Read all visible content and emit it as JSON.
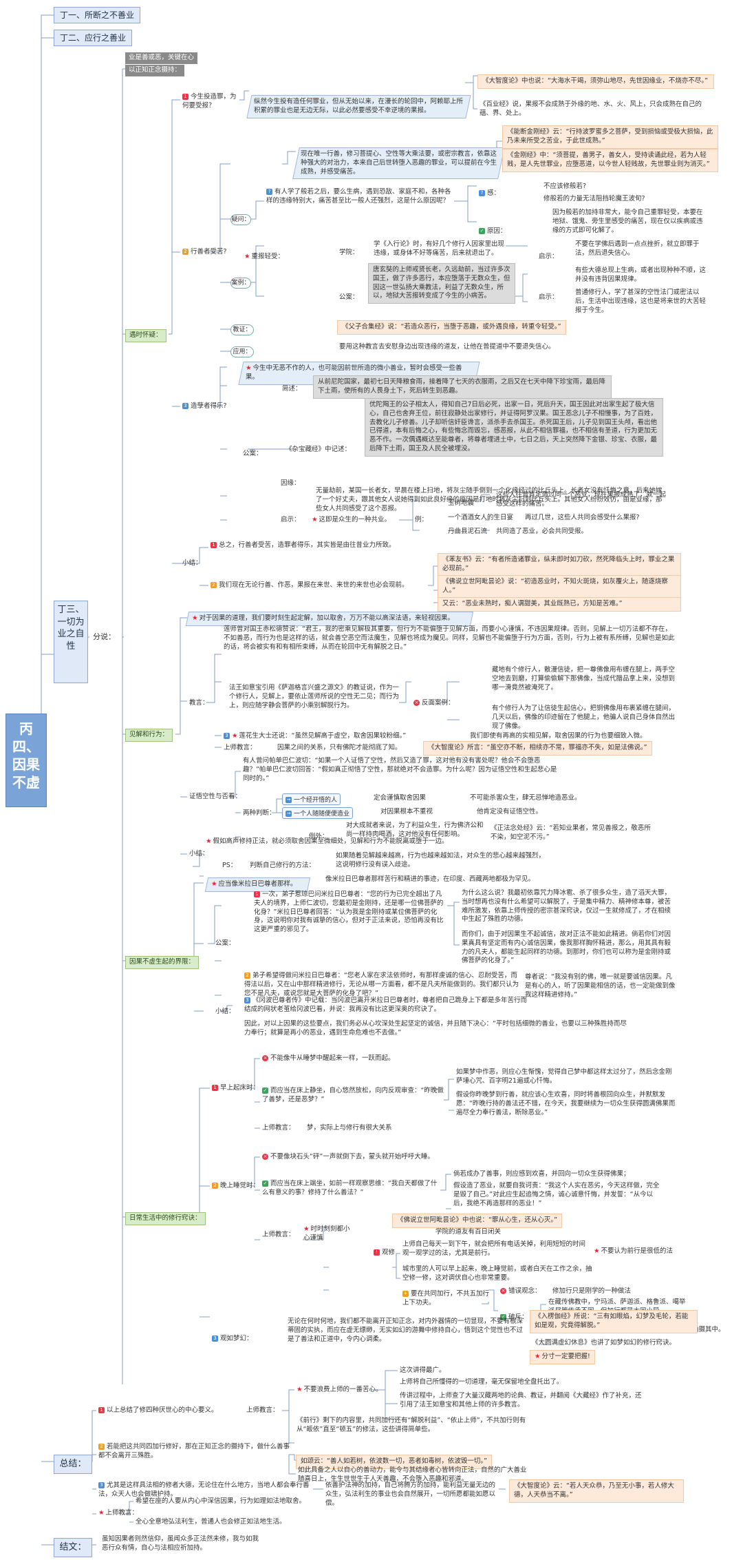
{
  "top": {
    "a": "丁一、所断之不善业",
    "b": "丁二、应行之善业"
  },
  "root": "丙四、因果不虚",
  "sec3": "丁三、一切为业之自性",
  "sum": "总结：",
  "end": "结文：",
  "fenshuo": "分说：",
  "hdr1": "业是善或恶，关键在心",
  "hdr2": "以正知正念摄持：",
  "suishi": "遇时怀疑：",
  "q1": "今生投造罪，为何要受报？",
  "q1text": "纵然今生投有造任何罪业，但从无始以来，在漫长的轮回中，阿赖耶上所积累的罪业也是无边无际，以此必然要感受不幸逆境的果报。",
  "q1r1": "《大智度论》中也说：“大海水干竭，须弥山地尽，先世因缘业，不烧亦不尽。”",
  "q1r2": "《百业经》说，果报不会成熟于外缘的地、水、火、风上，只会成熟在自己的蕴、界、处上。",
  "xs": "行善者受苦?",
  "zbqz": "重报轻受：",
  "zb1": "现在唯一行善，修习菩提心、空性等大乘法要，或密宗教言，依靠这种强大的对治力，本来自己后世转堕入恶趣的罪业，可以提前在今生成熟，并感受痛苦。",
  "zb1r1": "《能断金刚经》云：“行持波罗蜜多之菩萨，受到损恼或受极大损恼，此乃未来所受之苦业，于此世成熟。”",
  "zb1r2": "《金刚经》中：“须菩提，善男子，善女人，受持读诵此经，若为人轻贱，是人先世罪业，应堕恶道，以今世人轻贱故，先世罪业则为消灭。”",
  "yiwen": "疑问：",
  "yw1": "有人学了般若之后，要么生病，遇到恐敌、家庭不和，各种各样的违缘特别大，痛苦甚至比一般人还强烈，这是什么原因呢？",
  "gan": "感：",
  "gan1": "不应该修般若?",
  "gan2": "修般若的力量无法阻挡轮魔王波旬?",
  "yuanyin": "原因：",
  "yy1": "因为般若的加持非常大，能令自己重罪轻受，本要在地狱、饿鬼、旁生里感受的痛苦，现在仅以疾病或违缘的方式即可化解了。",
  "anli": "案例：",
  "xueyuan": "学院：",
  "xy1": "学《入行论》时，有好几个修行人因家里出现违缘，或身体不好等痛苦，后来就退出了。",
  "qishi": "启示：",
  "qs1": "不要在学佛后遇到一点点挫折，就立即罪于法，然后退失信心。",
  "gongan": "公案：",
  "ga1": "唐玄奘的上师戒贤长老，久远劫前，当过许多次国王，做了许多恶行，本应堕落于无数众生，但因这一世弘扬大乘教法，利益了无数众生，所以，地狱大苦报转变成了今生的小病苦。",
  "qs2": "有些大德总现上生病，或者出现种种不顺，这并没有违背因果规律。",
  "qs3": "普通修行人，学了甚深的空性法门或密法以后，生活中出现违缘，这也是将来世的大苦轻报于今生。",
  "jiaozheng": "教证：",
  "jz1": "《父子合集经》说：“若造众恶行，当堕于恶趣，或外遇良缘，转重令轻受。”",
  "yingyong": "应用：",
  "yy2": "要用这种教言去安慰身边出现违缘的道友，让他在普提道中不要退失信心。",
  "zemin": "造孽者得乐?",
  "zm0": "今生中无恶不作的人，也可能因前世所造的微小善业，暂时会感受一些善果。",
  "jianshu": "简述：",
  "js1": "从前尼陀国家，最初七日天降粮食雨，接着降了七天的衣服雨，之后又在七天中降下珍宝雨，最后降下土雨，使所有的人畏身土下，死后转生到恶趣。",
  "ga2": "优陀羯王的公子相太人，得知自己7日后必死，出家一日，死后升天，国王因此对出家生起了极大信心，自己也舍弃王位，前往寂静处出家修行，并证得阿罗汉果。国王恶念儿子不相慢事，为了百姓，去教化儿子修善。儿子却听信奸臣谗言，派杀手去杀国王。杀死国王后，儿子见到国王头颅，看出他已得道，本有后悔之心，有些悔念而毁忘，感恶报，从此不相信罪福，也不相信有圣道，行为更加无恶不作。一次偶遇概达至能尊者，将尊者埋进土中，七日之后，天上突然降下金银、珍宝、衣服，最后降下土雨，国王及人民全被埋没。",
  "zaxbj": "《杂宝藏经》中记述：",
  "yinyuan": "因缘：",
  "yn1": "无量劫前，某国一长者女，早晨在楼上扫地，将灰尘随手倒到一个化缘经过的比丘头上。长者女没有忏悔之意，后来她嫁了一个好丈夫，跟其他女人说她得到如此良好缘的原因是打地时将灰尘扫到比丘头上。其他女人纷纷效仿，由是业缘，那些女人共同感受了这个恶报。",
  "qs4": "启示：",
  "qs4a": "这即是众生的一种共业。",
  "li": "例：",
  "li1": "玉树地震",
  "li2": "一个酒酒女人的生日宴",
  "li3": "丹曲县泥石流",
  "lr1": "这些人往昔肯定造过同一个恶业，现在果报成熟了，就一起感受这样的痛苦。",
  "lr2": "再过几世，这些人共同会感受什么果报?",
  "lr3": "共同造了恶业，必会共同受报。",
  "xiaojie1": "小结：",
  "xj1a": "总之，行善者受苦，造罪者得乐，其实皆是由往昔业力所致。",
  "xj1b": "我们现在无论行善、作恶，果报在来世、来世的来世也必会现前。",
  "xj1r1": "《苯友书》云：“有者所造诸罪业，纵未即时如刀砍，然死降临头上时，罪业之果必现前。”",
  "xj1r2": "《佛说立世阿毗昙论》说：“初造恶业时，不知火斑烧，如灰覆火上，随逐烧察人。”",
  "xj1r3": "又云：“恶业未熟时，痴人谓甜美，其业既熟已，方知是苦难。”",
  "jiejue": "见解和行为：",
  "jj0": "对于因果的道理，我们要时刻生起定解，加以取舍，万万不能以高深法语，来轻视因果。",
  "jj1": "莲师曾对国王赤松德赞说：“君王，我的密乘见解极其重要，但行为不能偏堕于见解方面，而要小心谨慎，不违因果规律。否则，见解上一切万法都不存在，不如善恶，而行为也是这样的话，就会善空恶空而法魔生，见解也将成为魔见。同样，见解也不能偏堕于行为方面，否则，行为上被有系所缚，见解也是如此的话，将会被实有和有相所束缚，从而在轮回中无有解脱之日。”",
  "jiaoxun": "教言：",
  "jj2": "法王如意宝引用《萨迦格言兴盛之源文》的教证说，作为一个修行人，见解上，要依止莲师所说的空性无二见；而行为上，则应随学静会菩萨的小乘别解脱行为。",
  "fmal": "反面案例：",
  "fm1": "藏地有个修行人，散漫信徒，把一尊佛像用布缠在腿上，两手空空地去到磨，打算偷偷解下那佛像，当成代腊品拿上来，没想到哪一滑竟然被淹死了。",
  "fm2": "有个修行人为了让信徒生起信心，把铜佛像用布裹紧缠在腿间，几天以后，佛像的印迹留在了他腿上，他骗人说自己身体自然出现了佛像。",
  "jj3": "莲花生大士还说：“虽然见解高于虚空，取舍因果较粉细。”",
  "jj3b": "我们即使有再高的实相见解，取舍因果的行为也要细致入微。",
  "sjj": "上师教言：",
  "sjj1": "因果之间的关系，只有佛陀才能彻底了知。",
  "sjj2": "《大智度论》所言：“虽空亦不断，相续亦不常，罪福亦不失，如是法佛说。”",
  "zhengzheng": "证悟空性与否看：",
  "zz1": "有人曾问帕单巴仁波切：“如果一个人证悟了空性，然后又造了罪，这对他有没有害处呢？他会不会堕恶趣？”帕单巴仁波切回答：“假如真正彻悟了空性，那就绝对不会造罪。为什么呢？因为证悟空性和生起悲心是同时的。”",
  "lzpd": "两种判断：",
  "pd1": "一个经开悟的人",
  "pd1b": "定会谨慎取舍因果",
  "pd1c": "不可能杀害众生，肆无忌惮地造恶业。",
  "pd2": "一个人随随便便造业",
  "pd2b": "对因果根本不重视",
  "pd2c": "他肯定没有证悟空性。",
  "liru": "例外：",
  "lw1": "对大成就者来说，为了利益众生，行为佛济公和尚一样持肉喝酒，这对他没有任何影响。",
  "lw2": "《正法念处经》云：“若知业果者，常见善报之，敬恶所不染，如空泥不污。”",
  "xiaojie2": "小结：",
  "xj2a": "假如高声修持正法，就必须取舍因果至微细处，见解和行为不能脱离或堕于一边。",
  "ps": "PS：",
  "ps1": "判断自己修行的方法：",
  "ps2": "如果随着见解越来越高，行为也越来越如法，对众生的悲心越来越强烈，这说明修行没有误入歧途。",
  "yinguo": "因果不虚生起的界限：",
  "yg0": "应当像米拉日巴尊者那样。",
  "yg0b": "像米拉日巴尊者那样苦行和精进的事迹，在印度、西藏两地都极为罕见。",
  "yg1": "一次，弟子惹琼巴问米拉日巴尊者：“您的行为已完全超出了凡夫人的境界，上师仁波切，您最初是金刚持，还是哪一位佛菩萨的化身？”米拉日巴尊者回答：“认为我是金刚持或某位佛菩萨的化身，这说明你对我有诚挚的信心，但对于正法来说，恐怕再没有比这更严重的邪见了。",
  "yg1r1": "为什么这么说？我最初依靠咒力降冰雹、杀了很多众生，造了滔天大罪，当时想再也没有什么希望可以解脱了，于是集中精力、精神修本尊，被苦难所激发，依靠上师传授的密宗甚深窍诀，仅过一生就修成了，才在相续中生起了殊胜的功德。",
  "yg1r2": "而你们，由于对因果生不起诚信，故对正法不能如此精进。倘若你们对因果真具有坚定而有内心诚信因果，像我那样胸怀精进，那么，用其具有毅力的凡夫人，都能生起同样的功德。到那时，你们也可以称为是金刚持或佛菩萨的化身了。”",
  "yg2": "弟子希望得做问米拉日巴尊者：“您老人家在求法依师时，有那样虔诚的信心、忍耐受苦，而得法以后，又在山中那样精进修行，无论从哪一方面看，都不是凡夫所能做到的。我们都只认为您不是凡夫，或说您就是大菩萨的化身了吧？”",
  "yg2r": "尊者说：“我没有别的佛，唯一就是要诚信因果。凡是有心的人，听了因果能相信的话，也一定能做到像我这样精进修持。”",
  "yg3": "《冈波巴尊者传》中记载：当冈波巴离开米拉日巴尊者时，尊者把自己跪身上下都是多年苦行而结成的网状老茧给冈波巴看，并说：我再没有比这更深奥的窍诀了。",
  "yg4": "因此，对以上因果的这些要点，我们务必从心坎深处生起坚定的诚信，并且随下决心：“平时包括细微的善业，也要以三种殊胜持而尽力奉行；就算是再小的恶业，遇到生命危难也不去做。”",
  "richang": "日常生活中的修行窍诀：",
  "zaoqi": "早上起床时：",
  "zq1": "不能像牛从睡梦中醒起来一样，一跃而起。",
  "zq2": "而应当在床上静坐，自心悠然放松，向内反观审查：“昨晚做了善梦，还是恶梦？”",
  "zq2r1": "如果梦中作恶，则应心生惭愧，觉得自己梦中都这样太过分了，然后念金刚萨埵心咒、百字明21遍或心忏悔。",
  "zq2r2": "假设你昨晚梦到行善，就应该心生欢喜，同时将善根回向众生，并默默发愿：“昨晚行持的善法还不错，在今天，我要继续为一切众生获得圆满佛果而遍尽全力奉行善法，断除恶业。”",
  "sjj3": "上师教言：",
  "sjj3a": "梦，实际上与修行有很大关系",
  "wanshang": "晚上睡觉时：",
  "ws1": "不要像块石头“砰”一声就倒下去，蒙头就开始呼呼大睡。",
  "ws2": "而应当在床上端坐，如前一样观察思维：“我白天都做了什么有意义的事？修持了什么善法？”",
  "ws2r1": "倘若成办了善事，则应感到欢喜，并回向一切众生获得佛果；",
  "ws2r2": "假设造了恶业，就要自我诃责：“我这个人实在恶劣，今天这样做，完全是毁了自己。”对此应生起追悔之情，诚心诚意忏悔，并发誓：“从今以后，我绝不再造那样的恶业！”",
  "shike": "时时刻刻都小心谨慎",
  "sk0": "《佛说立世阿毗昙论》中也说：“罪从心生，还从心灭。”",
  "sk1": "学院的道友有百日闭关",
  "guanxiu": "观修",
  "sk2": "上师自己每天一到下午，就会把所有电话关掉，利用短短的时间观一观学过的法，尤其是前行。",
  "sk2r": "不要认为前行是很低的法",
  "sk3": "城市里的人可以早上起来，晚上睡觉前，或者白天在工作之余，抽空修一修，这对调伏自心也非常重要。",
  "sk4": "要在共同加行，不共五加行上下功夫。",
  "cuowu": "错误观念：",
  "cw1": "修加行只是刚学的一种做法",
  "poxi": "破斥：",
  "px1": "在藏传佛教中，宁玛派、萨迦派、格鲁派、噶举派尽管传承不同，但加行都是大同小异。",
  "px2": "汉传佛教虽没有这么明显的说法，但教义也都可以涵摄其中。",
  "guanruyuan": "观如梦幻：",
  "gr1": "无论在何时何地，我们都不能离开正知正念，对内外器情的一切显现，不要有根深蒂固的实执，而应在虚无缥缈，无实如幻的游舞中修持自心，悟到这个觉性也不过是了善法和正道中，令内心调柔。",
  "gr1r1": "《入楞伽经》所说：“三有如眼焰，幻梦及毛轮，若能如是观，究竟得解脱。”",
  "gr1r2": "《大圆满虚幻休息》也讲了如梦如幻的修行窍诀。",
  "gr1r3": "分寸一定要把握!",
  "sum1": "以上总结了修四种厌世心的中心要义。",
  "sum1a": "上师教言：",
  "sum1b": "不要浪费上师的一番苦心。",
  "sum1c": "这次讲得最广。",
  "sum1d": "上师将自己所懂得的一切道理，毫无保留地全盘托出了。",
  "sum1e": "传讲过程中，上师查了大量汉藏两地的论典、教证，并翻阅《大藏经》作了补充，还引用了法王如意宝和其他上师的许多教言。",
  "sum1f": "《前行》剩下的内容里，共同加行还有“解脱利益”、“依止上师”，不共加行则有从“皈依”直至“顿五”的修法，这些讲得简单些。",
  "sum2": "若能把这共同四加行修好，那在正知正念的摄持下，做什么善事都不会离开三殊胜。",
  "sum2a": "如颂云：“善人如若树，依波数一切，恶者如毒树，依波毁一切。”",
  "sum2b": "如此具备之人以自心的善动力，能令与其结缘者心皆转向正法，自然的广大善业随喜日上，生生世世生于人天善趣，不会堕入恶趣和邪道。",
  "sum3": "尤其是这样具法相的修者大德，无论住在什么地方，当地人都会奉行善法，众天人也会做啸护持。",
  "sum3a": "依善护法神的加持，自己将腾方的加持，能利益无量无边的众生，弘法利生的事业也会自然展开，一切所愿都能如愿以偿。",
  "sum3r": "《大智度论》云：“若人天众恭，乃至无小事，若人修大德，人天恭当不离。”",
  "sum4": "上师教言：",
  "sum4a": "希望在座的人要从内心中深信因果，行为如理如法地取舍。",
  "sum4b": "全心全意地弘法利生，普通人也会修正如法地生活。",
  "end1": "虽知因果者则然信仰，虽闻众多正法然未修，我与如我恶行众有情，自心与法相应祈加持。"
}
